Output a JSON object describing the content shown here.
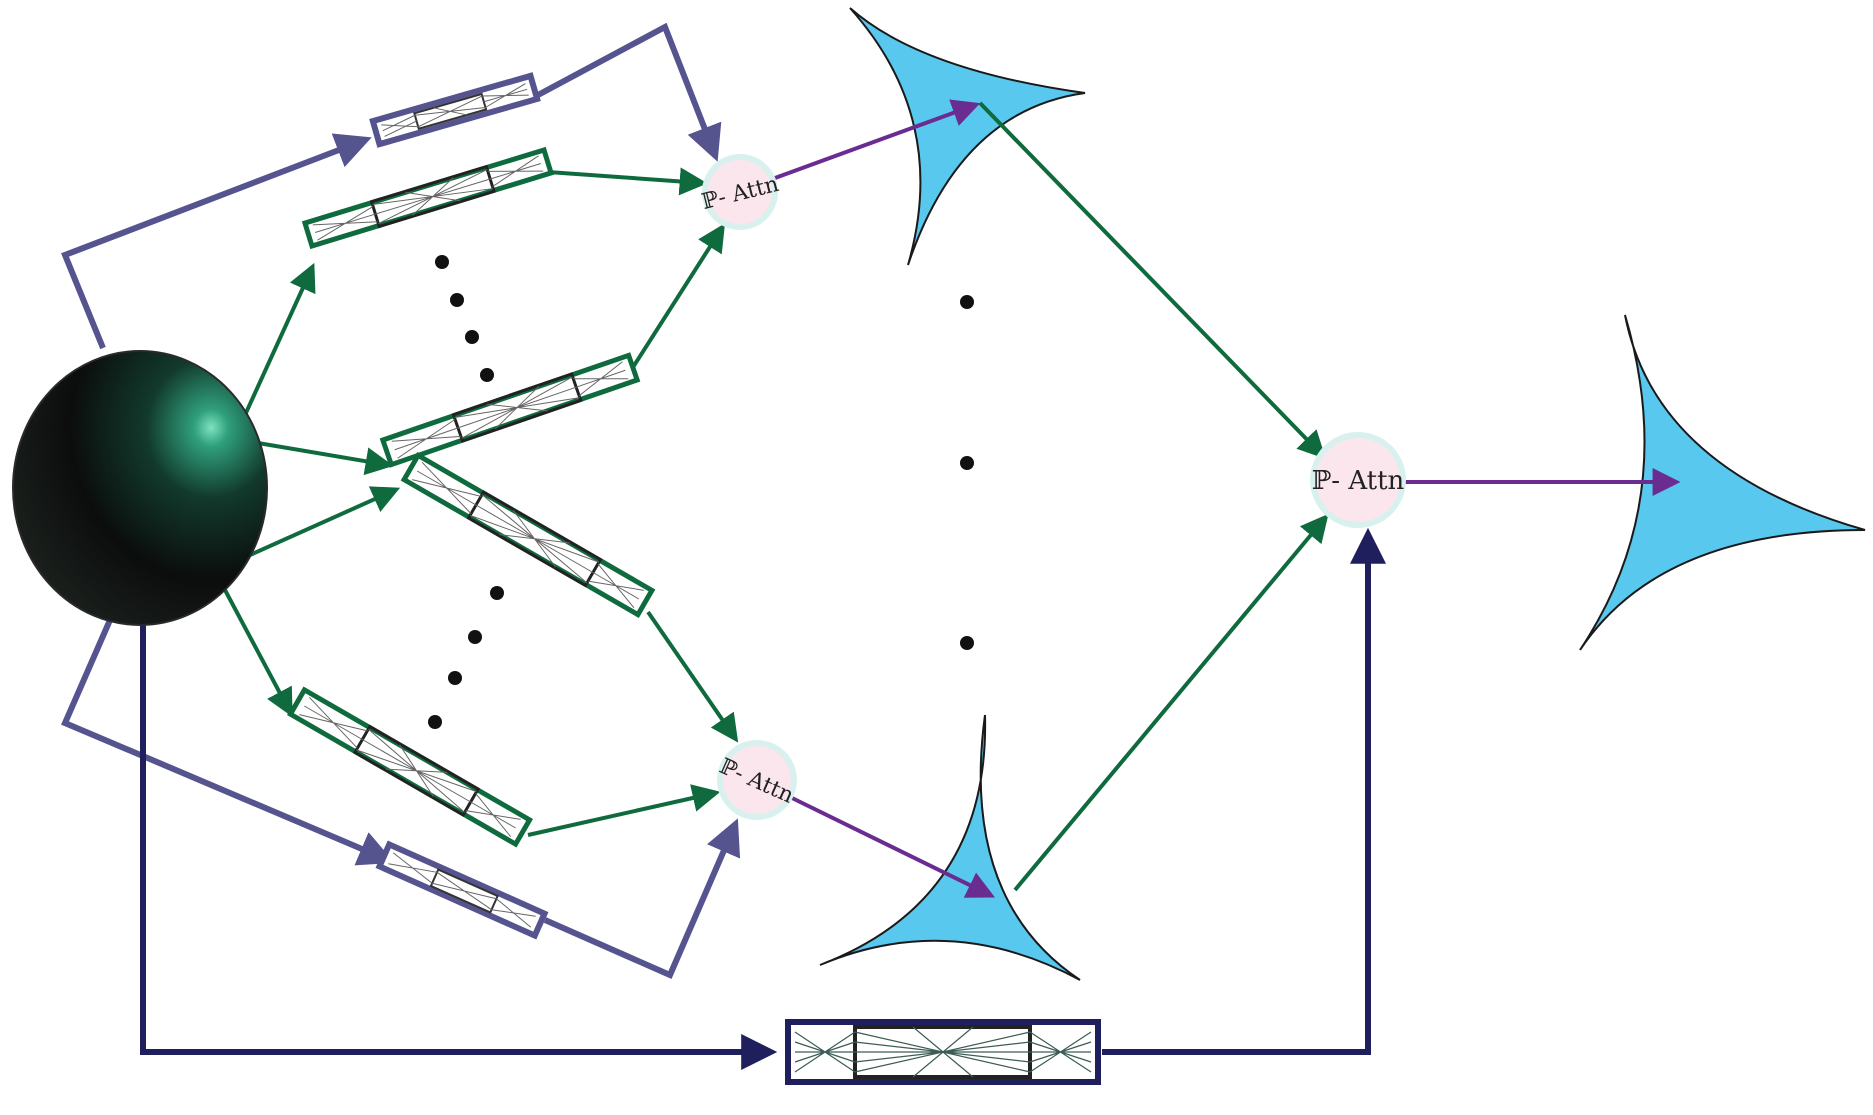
{
  "attention_nodes": {
    "top": {
      "label": "ℙ- Attn"
    },
    "bottom": {
      "label": "ℙ- Attn"
    },
    "final": {
      "label": "ℙ- Attn"
    }
  },
  "colors": {
    "green_path": "#0f6b3e",
    "slate_path": "#55548f",
    "navy_path": "#1f1f5e",
    "purple_arrow": "#6a2c91",
    "simplex_fill": "#59c8ee",
    "attn_fill": "#fbe6ee",
    "attn_halo": "#d8f1ee",
    "sphere_dark": "#0b0d0c",
    "sphere_glint": "#2f9f7c"
  },
  "icons": {
    "input_sphere": "dark-sphere",
    "network_blocks": "neural-net-block",
    "simplex_shapes": "concave-triangle",
    "ellipsis": "vertical-dots"
  }
}
